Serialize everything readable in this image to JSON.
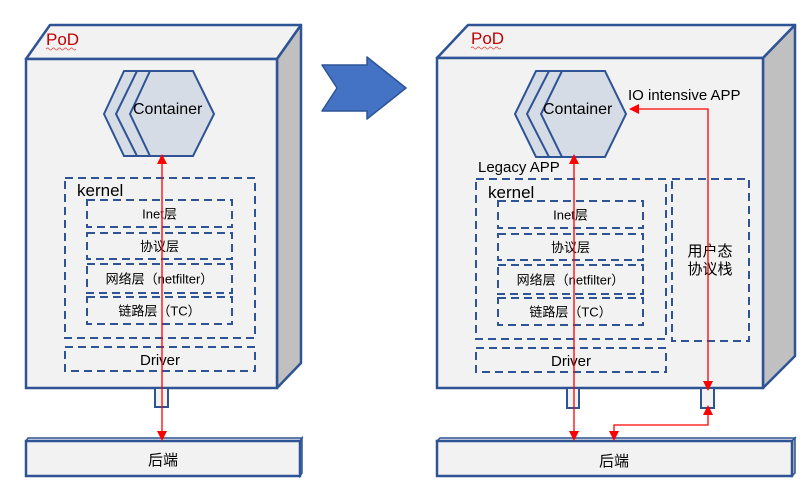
{
  "colors": {
    "outline": "#2f5496",
    "face": "#f2f2f2",
    "side": "#c0c0c0",
    "hex_fill": "#d6dce5",
    "arrow": "#ff0000",
    "pod_label": "#c00000",
    "transition_arrow": "#4472c4"
  },
  "left": {
    "pod_label": "PoD",
    "container_label": "Container",
    "kernel_label": "kernel",
    "layers": [
      "Inet层",
      "协议层",
      "网络层（netfilter）",
      "链路层（TC）"
    ],
    "driver_label": "Driver",
    "backend_label": "后端"
  },
  "transition": {
    "icon": "right-arrow-icon"
  },
  "right": {
    "pod_label": "PoD",
    "container_label": "Container",
    "io_app_label": "IO intensive APP",
    "legacy_app_label": "Legacy APP",
    "kernel_label": "kernel",
    "layers": [
      "Inet层",
      "协议层",
      "网络层（netfilter）",
      "链路层（TC）"
    ],
    "userspace_stack_label": [
      "用户态",
      "协议栈"
    ],
    "driver_label": "Driver",
    "backend_label": "后端"
  }
}
